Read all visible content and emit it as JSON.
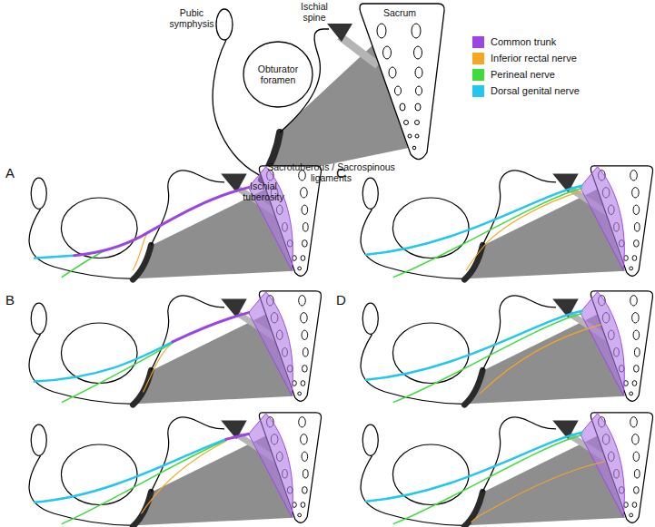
{
  "diagram": {
    "nodes": [
      {
        "text": [
          "Obturator foramen"
        ]
      },
      {
        "text": [
          "Sacrum"
        ]
      }
    ],
    "labels": [
      "Pubic symphysis",
      "Ischial spine",
      "Ischial tuberosity",
      "Sacrotuberous / Sacrospinous ligaments",
      "A",
      "B",
      "C",
      "D"
    ],
    "legend": [
      {
        "text": "Common trunk",
        "color": "#9b45e4"
      },
      {
        "text": "Inferior rectal nerve",
        "color": "#f5a623"
      },
      {
        "text": "Perineal nerve",
        "color": "#3cdc3c"
      },
      {
        "text": "Dorsal genital nerve",
        "color": "#22c6ee"
      }
    ]
  }
}
